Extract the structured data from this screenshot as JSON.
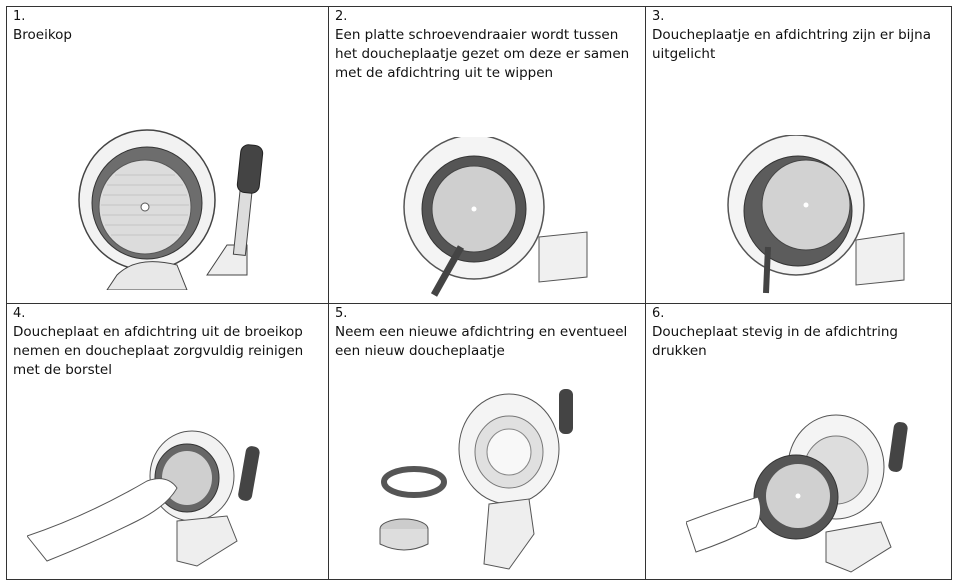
{
  "steps": [
    {
      "num": "1.",
      "caption": "Broeikop"
    },
    {
      "num": "2.",
      "caption": "Een platte schroevendraaier wordt tussen het doucheplaatje gezet om deze er samen met de afdichtring uit te wippen"
    },
    {
      "num": "3.",
      "caption": "Doucheplaatje en afdichtring zijn er bijna uitgelicht"
    },
    {
      "num": "4.",
      "caption": "Doucheplaat en afdichtring uit de broeikop nemen en doucheplaat zorgvuldig reinigen met de borstel"
    },
    {
      "num": "5.",
      "caption": "Neem een nieuwe afdichtring en eventueel een nieuw doucheplaatje"
    },
    {
      "num": "6.",
      "caption": "Doucheplaat stevig in de afdichtring drukken"
    }
  ]
}
